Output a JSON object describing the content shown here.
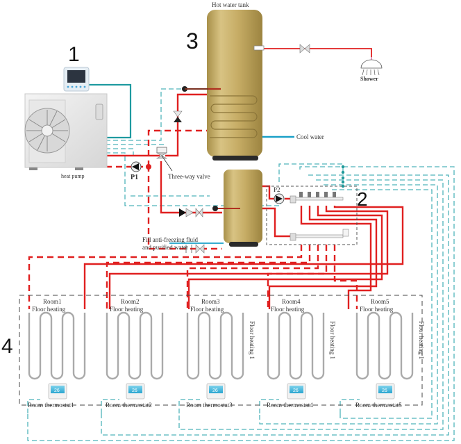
{
  "title": "Heat pump floor heating and hot water system schematic",
  "colors": {
    "hot_pipe": "#e02020",
    "cold_signal": "#3aa6b0",
    "teal_wire": "#1e9aa0",
    "cool_water": "#1aa0c8",
    "tank_gold": "#c9b06a",
    "dashed_box": "#444444",
    "floor_loop": "#b0b0b0"
  },
  "components": {
    "heat_pump": {
      "number": "1",
      "label": "heat pump"
    },
    "manifold": {
      "number": "2"
    },
    "hot_water_tank": {
      "number": "3",
      "label": "Hot water tank"
    },
    "floor_heating_zone": {
      "number": "4"
    },
    "pump_p1": {
      "label": "P1"
    },
    "pump_p2": {
      "label": "P2"
    },
    "three_way_valve": {
      "label": "Three-way valve"
    },
    "shower": {
      "label": "Shower"
    },
    "cool_water": {
      "label": "Cool  water"
    },
    "fill_note": {
      "line1": "Fill anti-freezing fluid",
      "line2": "and purified water"
    }
  },
  "rooms": [
    {
      "name": "Room1",
      "floor_label": "Floor heating",
      "side_label": "",
      "thermostat": "Room thermostat1",
      "display": "26"
    },
    {
      "name": "Room2",
      "floor_label": "Floor heating",
      "side_label": "",
      "thermostat": "Room thermostat2",
      "display": "26"
    },
    {
      "name": "Room3",
      "floor_label": "Floor heating",
      "side_label": "Floor heating 1",
      "thermostat": "Room thermostat3",
      "display": "26"
    },
    {
      "name": "Room4",
      "floor_label": "Floor heating",
      "side_label": "Floor heating 1",
      "thermostat": "Room thermostat4",
      "display": "26"
    },
    {
      "name": "Room5",
      "floor_label": "Floor heating",
      "side_label": "Floor heating 1",
      "thermostat": "Room thermostat5",
      "display": "26"
    }
  ]
}
